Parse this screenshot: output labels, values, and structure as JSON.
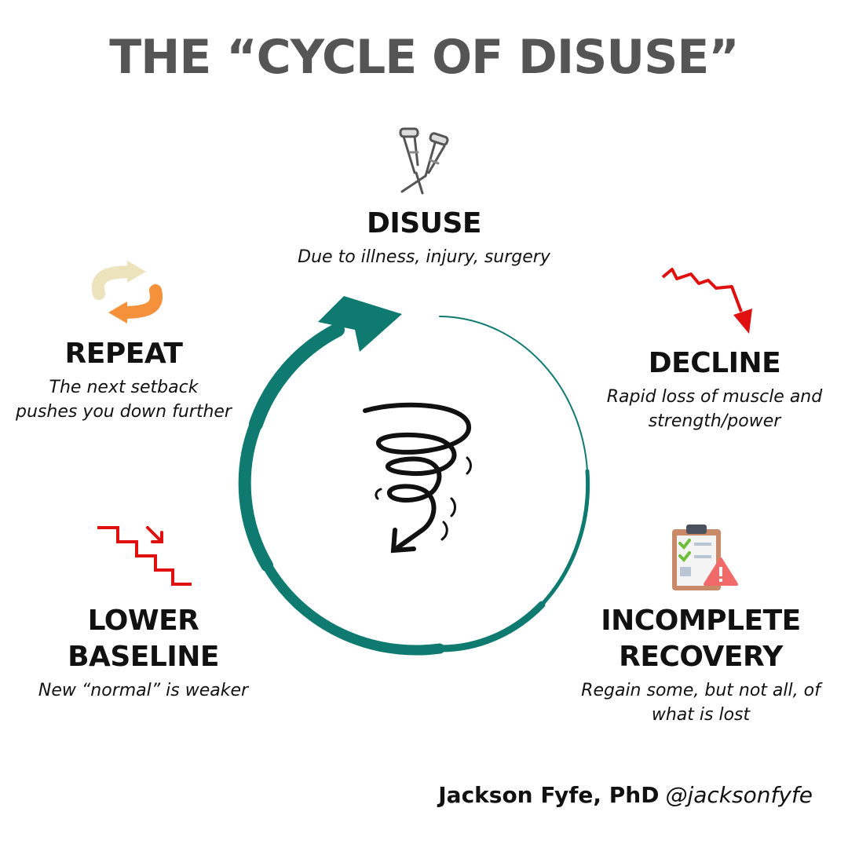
{
  "title": "THE “CYCLE OF DISUSE”",
  "stages": {
    "disuse": {
      "heading": "DISUSE",
      "desc": "Due to illness, injury, surgery",
      "icon": "crutches-icon"
    },
    "decline": {
      "heading": "DECLINE",
      "desc": "Rapid loss of muscle and strength/power",
      "icon": "declining-arrow-icon"
    },
    "incomplete": {
      "heading_line1": "INCOMPLETE",
      "heading_line2": "RECOVERY",
      "desc": "Regain some, but not all, of what is lost",
      "icon": "clipboard-warning-icon"
    },
    "lower": {
      "heading_line1": "LOWER",
      "heading_line2": "BASELINE",
      "desc": "New “normal” is weaker",
      "icon": "stairs-down-icon"
    },
    "repeat": {
      "heading": "REPEAT",
      "desc": "The next setback pushes you down further",
      "icon": "repeat-arrows-icon"
    }
  },
  "center_icon": "downward-spiral-icon",
  "colors": {
    "cycle_arrow": "#0e7a70",
    "title": "#555555",
    "decline_red": "#e01010",
    "repeat_orange": "#f5913a",
    "repeat_cream": "#ece3bd"
  },
  "credit": {
    "name": "Jackson Fyfe, PhD",
    "handle": "@jacksonfyfe"
  }
}
